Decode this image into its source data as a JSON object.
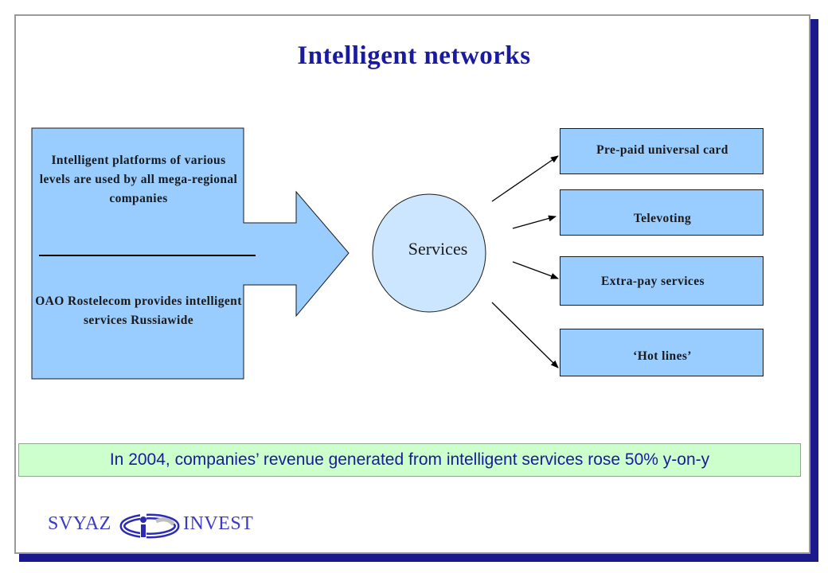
{
  "title": "Intelligent networks",
  "left_panel": {
    "top_text": "Intelligent platforms of various levels are used by all mega-regional companies",
    "bottom_text": "OAO Rostelecom provides intelligent services Russiawide"
  },
  "hub": {
    "label": "Services"
  },
  "services": [
    {
      "label": "Pre-paid universal card"
    },
    {
      "label": "Televoting"
    },
    {
      "label": "Extra-pay services"
    },
    {
      "label": "‘Hot lines’"
    }
  ],
  "footnote": "In 2004, companies’ revenue generated from intelligent services rose 50% y-on-y",
  "logo": {
    "left_word": "SVYAZ",
    "right_word": "INVEST"
  },
  "colors": {
    "title": "#1a1aa0",
    "panel_fill": "#99ccff",
    "hub_fill": "#cce6ff",
    "footnote_fill": "#ccffcc",
    "frame_shadow": "#1a1a8c"
  }
}
